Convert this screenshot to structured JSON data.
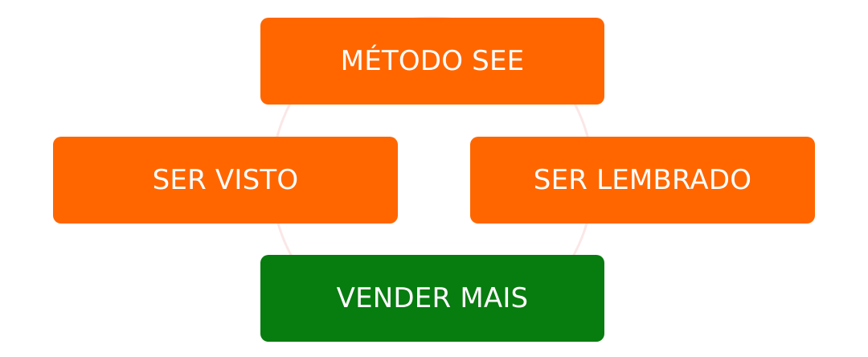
{
  "diagram": {
    "nodes": {
      "top": {
        "label": "MÉTODO SEE"
      },
      "left": {
        "label": "SER VISTO"
      },
      "right": {
        "label": "SER LEMBRADO"
      },
      "bottom": {
        "label": "VENDER MAIS"
      }
    },
    "colors": {
      "primary": "#ff6600",
      "outcome": "#077c0f",
      "ring": "#fbe7e7",
      "text": "#ffffff"
    }
  }
}
